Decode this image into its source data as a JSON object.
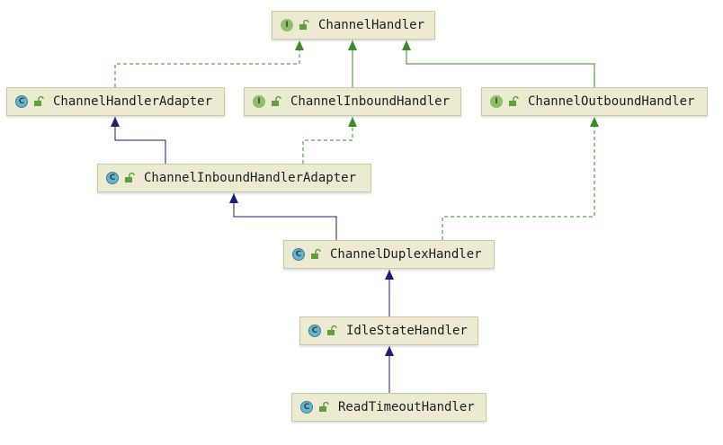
{
  "diagram": {
    "colors": {
      "implements_edge": "#3a8a2a",
      "extends_edge": "#1f1b7a",
      "node_fill": "#ecebd2",
      "node_border": "#c9c7a6",
      "interface_badge": "#8fbf6d",
      "class_badge": "#6ab4c9",
      "lock_icon": "#5f9e3a"
    },
    "nodes": [
      {
        "id": "channel-handler",
        "label": "ChannelHandler",
        "kind": "interface",
        "badge": "I"
      },
      {
        "id": "channel-handler-adapter",
        "label": "ChannelHandlerAdapter",
        "kind": "class",
        "badge": "C"
      },
      {
        "id": "channel-inbound-handler",
        "label": "ChannelInboundHandler",
        "kind": "interface",
        "badge": "I"
      },
      {
        "id": "channel-outbound-handler",
        "label": "ChannelOutboundHandler",
        "kind": "interface",
        "badge": "I"
      },
      {
        "id": "channel-inbound-handler-adapter",
        "label": "ChannelInboundHandlerAdapter",
        "kind": "class",
        "badge": "C"
      },
      {
        "id": "channel-duplex-handler",
        "label": "ChannelDuplexHandler",
        "kind": "class",
        "badge": "C"
      },
      {
        "id": "idle-state-handler",
        "label": "IdleStateHandler",
        "kind": "class",
        "badge": "C"
      },
      {
        "id": "read-timeout-handler",
        "label": "ReadTimeoutHandler",
        "kind": "class",
        "badge": "C"
      }
    ],
    "edges": [
      {
        "from": "channel-handler-adapter",
        "to": "channel-handler",
        "relation": "implements"
      },
      {
        "from": "channel-inbound-handler",
        "to": "channel-handler",
        "relation": "extends-interface"
      },
      {
        "from": "channel-outbound-handler",
        "to": "channel-handler",
        "relation": "extends-interface"
      },
      {
        "from": "channel-inbound-handler-adapter",
        "to": "channel-handler-adapter",
        "relation": "extends"
      },
      {
        "from": "channel-inbound-handler-adapter",
        "to": "channel-inbound-handler",
        "relation": "implements"
      },
      {
        "from": "channel-duplex-handler",
        "to": "channel-inbound-handler-adapter",
        "relation": "extends"
      },
      {
        "from": "channel-duplex-handler",
        "to": "channel-outbound-handler",
        "relation": "implements"
      },
      {
        "from": "idle-state-handler",
        "to": "channel-duplex-handler",
        "relation": "extends"
      },
      {
        "from": "read-timeout-handler",
        "to": "idle-state-handler",
        "relation": "extends"
      }
    ]
  }
}
